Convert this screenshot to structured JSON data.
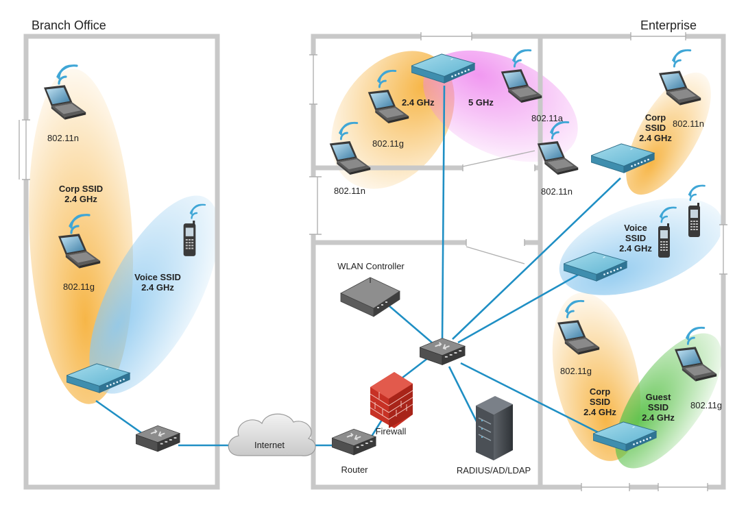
{
  "zones": {
    "branch": "Branch Office",
    "enterprise": "Enterprise"
  },
  "labels": {
    "branch_laptop1": "802.11n",
    "branch_laptop2": "802.11g",
    "branch_corp_ssid": "Corp SSID",
    "branch_corp_freq": "2.4 GHz",
    "branch_voice_ssid": "Voice SSID",
    "branch_voice_freq": "2.4 GHz",
    "internet": "Internet",
    "router": "Router",
    "firewall": "Firewall",
    "wlan_controller": "WLAN Controller",
    "radius": "RADIUS/AD/LDAP",
    "ent_24ghz": "2.4 GHz",
    "ent_5ghz": "5 GHz",
    "ent_laptop_80211g": "802.11g",
    "ent_laptop_80211n_left": "802.11n",
    "ent_laptop_80211a": "802.11a",
    "ent_laptop_80211n_mid": "802.11n",
    "ent_corp_tr_ssid_1": "Corp",
    "ent_corp_tr_ssid_2": "SSID",
    "ent_corp_tr_freq": "2.4 GHz",
    "ent_laptop_80211n_tr": "802.11n",
    "ent_voice_ssid_1": "Voice",
    "ent_voice_ssid_2": "SSID",
    "ent_voice_freq": "2.4 GHz",
    "ent_laptop_80211g_br1": "802.11g",
    "ent_corp_br_1": "Corp",
    "ent_corp_br_2": "SSID",
    "ent_corp_br_freq": "2.4 GHz",
    "ent_guest_1": "Guest",
    "ent_guest_2": "SSID",
    "ent_guest_freq": "2.4 GHz",
    "ent_laptop_80211g_br2": "802.11g"
  },
  "colors": {
    "wall": "#c8c8c8",
    "link": "#1f8fc4",
    "corp_orange": "#f6b23e",
    "ssid_5ghz_pink": "#ee86ee",
    "voice_blue": "#9fd0f0",
    "guest_green": "#6cc95a",
    "wifi_waves": "#3fa6d6",
    "access_point": "#6fc0da",
    "firewall_red": "#d8372a"
  }
}
